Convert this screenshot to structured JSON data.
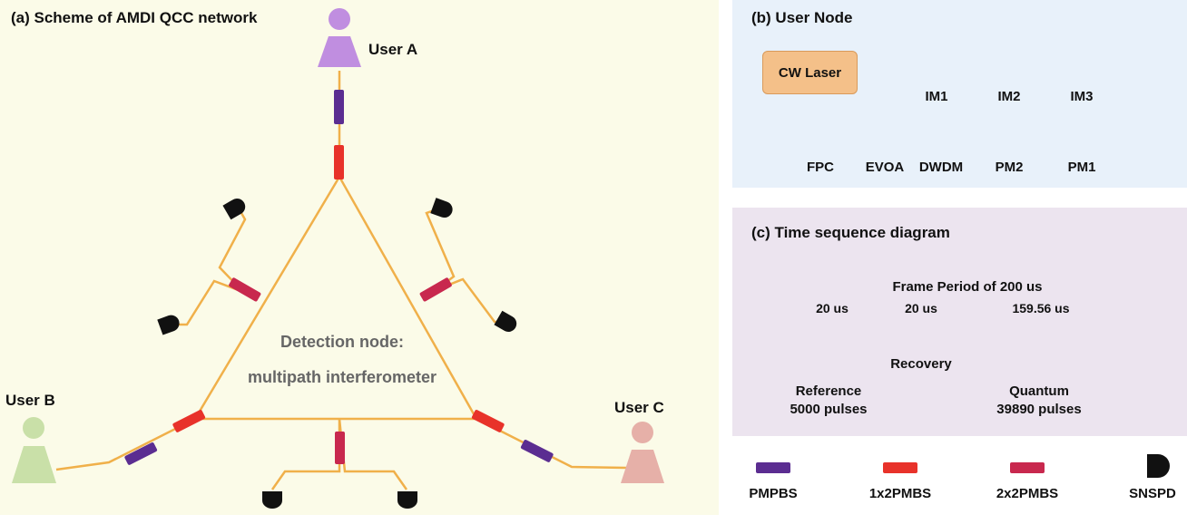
{
  "panel_a": {
    "title": "(a) Scheme of AMDI QCC network",
    "user_a": "User A",
    "user_b": "User B",
    "user_c": "User C",
    "detection_line1": "Detection node:",
    "detection_line2": "multipath interferometer"
  },
  "panel_b": {
    "title": "(b) User Node",
    "laser": "CW Laser",
    "im1": "IM1",
    "im2": "IM2",
    "im3": "IM3",
    "pm1": "PM1",
    "pm2": "PM2",
    "dwdm": "DWDM",
    "evoa": "EVOA",
    "fpc": "FPC"
  },
  "panel_c": {
    "title": "(c) Time sequence diagram",
    "frame": "Frame Period of 200 us",
    "seg1": "20 us",
    "seg2": "20 us",
    "seg3": "159.56 us",
    "recovery": "Recovery",
    "reference_line1": "Reference",
    "reference_line2": "5000 pulses",
    "quantum_line1": "Quantum",
    "quantum_line2": "39890 pulses"
  },
  "legend": {
    "pmpbs": "PMPBS",
    "splitter_1x2": "1x2PMBS",
    "splitter_2x2": "2x2PMBS",
    "snspd": "SNSPD"
  },
  "colors": {
    "fiber": "#f0b04a",
    "pmpbs": "#5b2d91",
    "pmbs_1x2": "#e8322a",
    "pmbs_2x2": "#c8284e",
    "user_a": "#c08ee0",
    "user_b": "#c9e0a8",
    "user_c": "#e6b0a8",
    "reference_pulse": "#8c1a52",
    "quantum_pulse": "#f0b04a"
  }
}
